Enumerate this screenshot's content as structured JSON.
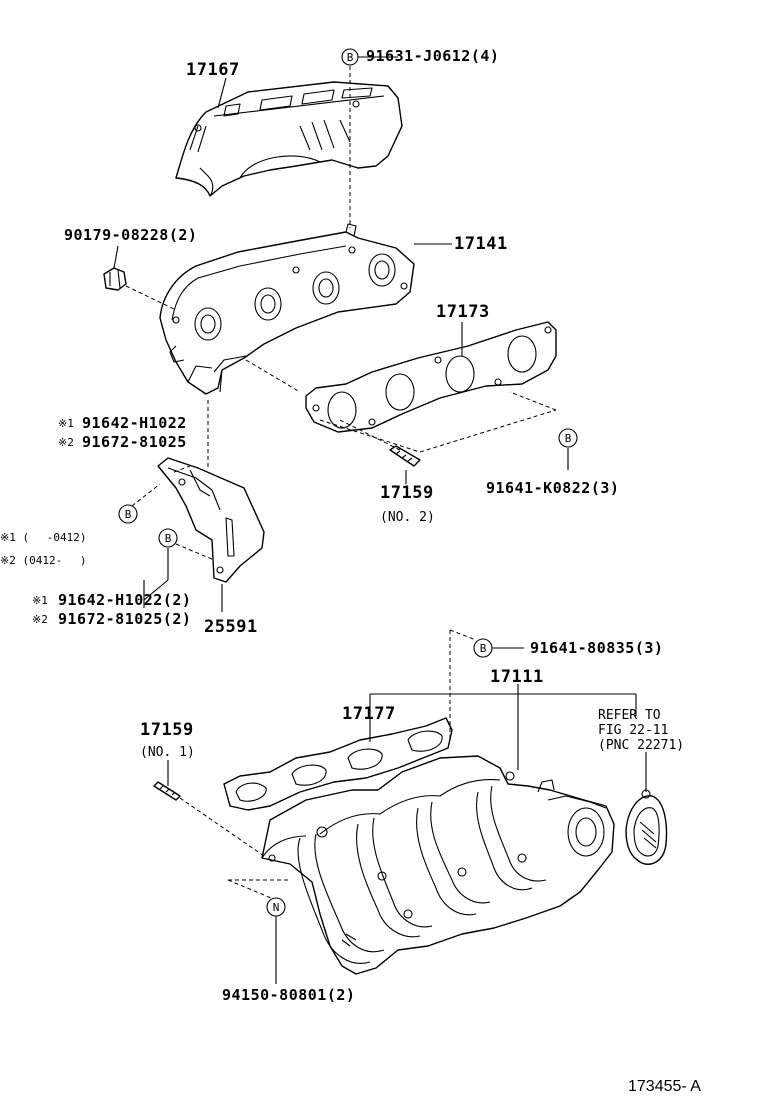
{
  "labels": {
    "p17167": "17167",
    "p91631": "91631-J0612(4)",
    "p90179": "90179-08228(2)",
    "p17141": "17141",
    "p17173": "17173",
    "p1_91642": "91642-H1022",
    "p2_91672": "91672-81025",
    "note1": "※1 (　 -0412)",
    "note2": "※2 (0412-　 )",
    "p17159a": "17159",
    "p17159a_sub": "(NO. 2)",
    "p91641k": "91641-K0822(3)",
    "p3_91642": "91642-H1022(2)",
    "p4_91672": "91672-81025(2)",
    "p25591": "25591",
    "p91641_80835": "91641-80835(3)",
    "p17111": "17111",
    "p17177": "17177",
    "p17159b": "17159",
    "p17159b_sub": "(NO. 1)",
    "refer1": "REFER TO",
    "refer2": "FIG 22-11",
    "refer3": "(PNC 22271)",
    "p94150": "94150-80801(2)",
    "figure_id": "173455- A"
  },
  "markers": {
    "mark1": "※1",
    "mark2": "※2",
    "bolt": "B",
    "nut": "N"
  }
}
